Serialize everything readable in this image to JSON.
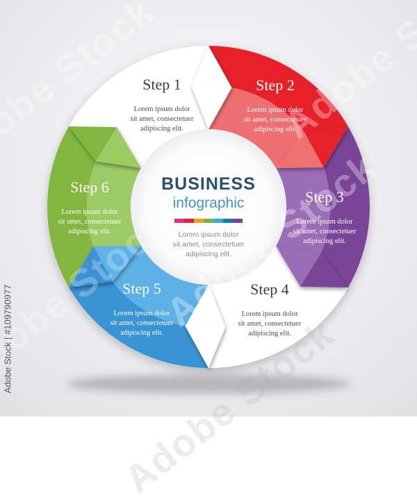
{
  "watermark": {
    "text": "Adobe Stock",
    "side_label": "Adobe Stock | #109790977"
  },
  "center": {
    "title": "BUSINESS",
    "subtitle": "infographic",
    "description": "Lorem ipsum dolor\nsit amet, consectetuer\nadipiscing elit.",
    "title_color": "#27516e",
    "subtitle_color": "#4692c5",
    "text_color": "#8c8c8c",
    "bar_colors": [
      "#e62a84",
      "#e8212b",
      "#f59e1c",
      "#71b844",
      "#31a8e0",
      "#1574ba",
      "#7c4199"
    ]
  },
  "steps": [
    {
      "id": 1,
      "label": "Step 1",
      "description": "Lorem ipsum dolor\nsit amet, consectetuer\nadipiscing elit.",
      "inner_color": "#ffffff",
      "outer_color": "#ffffff",
      "title_color": "#3b3b3b",
      "text_color": "#4c4c4c"
    },
    {
      "id": 2,
      "label": "Step 2",
      "description": "Lorem ipsum dolor\nsit amet, consectetuer\nadipiscing elit.",
      "inner_color": "#ee6f71",
      "outer_color": "#e7202a",
      "title_color": "#ffffff",
      "text_color": "#ffffff"
    },
    {
      "id": 3,
      "label": "Step 3",
      "description": "Lorem ipsum dolor\nsit amet, consectetuer\nadipiscing elit.",
      "inner_color": "#9b6db6",
      "outer_color": "#7a4597",
      "title_color": "#ffffff",
      "text_color": "#ffffff"
    },
    {
      "id": 4,
      "label": "Step 4",
      "description": "Lorem ipsum dolor\nsit amet, consectetuer\nadipiscing elit.",
      "inner_color": "#ffffff",
      "outer_color": "#ffffff",
      "title_color": "#3b3b3b",
      "text_color": "#4c4c4c"
    },
    {
      "id": 5,
      "label": "Step 5",
      "description": "Lorem ipsum dolor\nsit amet, consectetuer\nadipiscing elit.",
      "inner_color": "#5eb1e7",
      "outer_color": "#3a93d3",
      "title_color": "#ffffff",
      "text_color": "#ffffff"
    },
    {
      "id": 6,
      "label": "Step 6",
      "description": "Lorem ipsum dolor\nsit amet, consectetuer\nadipiscing elit.",
      "inner_color": "#9cca64",
      "outer_color": "#83b63f",
      "title_color": "#ffffff",
      "text_color": "#ffffff"
    }
  ]
}
